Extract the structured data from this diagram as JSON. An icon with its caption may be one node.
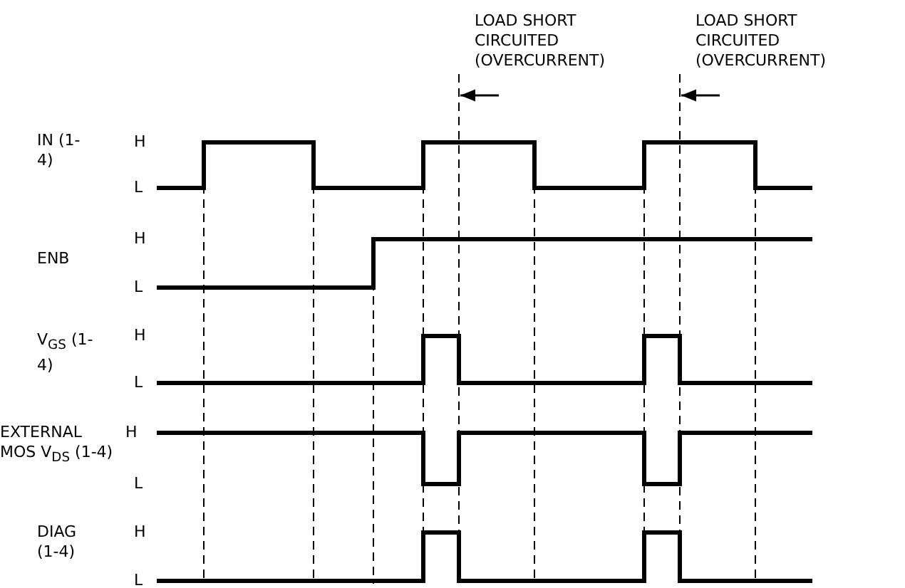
{
  "diagram": {
    "labels": [
      "LOAD SHORT CIRCUITED (OVERCURRENT)",
      "LOAD SHORT CIRCUITED (OVERCURRENT)",
      "IN (1-4)",
      "H",
      "L",
      "ENB",
      "H",
      "L",
      "V$_{GS}$ (1-4)",
      "H",
      "L",
      "EXTERNAL MOS V$_{DS}$ (1-4)",
      "H",
      "L",
      "DIAG (1-4)",
      "H",
      "L"
    ]
  }
}
